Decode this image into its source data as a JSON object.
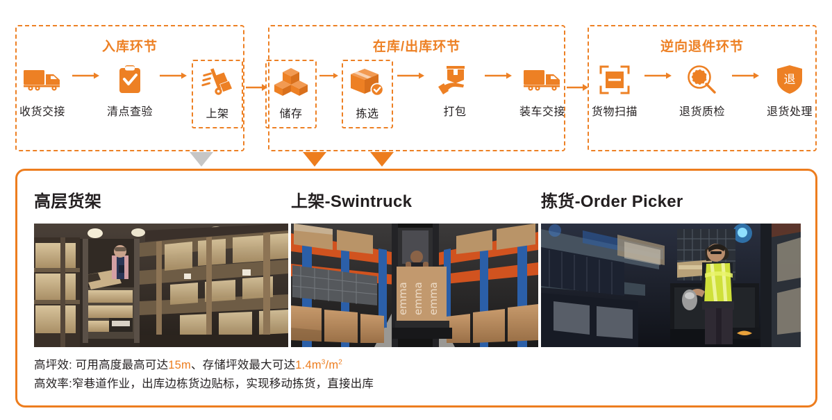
{
  "accent": {
    "orange": "#ED8024",
    "orange_solid": "#ED7D1E",
    "gray_arrow": "#C6C6C6",
    "text": "#231f20"
  },
  "flow": {
    "stages": [
      {
        "id": "inbound",
        "title": "入库环节",
        "nodes": [
          {
            "label": "收货交接",
            "icon": "truck-icon",
            "boxed": false
          },
          {
            "label": "清点查验",
            "icon": "clipboard-check-icon",
            "boxed": false
          },
          {
            "label": "上架",
            "icon": "hand-truck-icon",
            "boxed": true
          }
        ]
      },
      {
        "id": "storage-outbound",
        "title": "在库/出库环节",
        "nodes": [
          {
            "label": "储存",
            "icon": "stacked-boxes-icon",
            "boxed": true
          },
          {
            "label": "拣选",
            "icon": "box-check-icon",
            "boxed": true
          },
          {
            "label": "打包",
            "icon": "hand-package-icon",
            "boxed": false
          },
          {
            "label": "装车交接",
            "icon": "truck-icon",
            "boxed": false
          }
        ]
      },
      {
        "id": "reverse-returns",
        "title": "逆向退件环节",
        "nodes": [
          {
            "label": "货物扫描",
            "icon": "barcode-scan-icon",
            "boxed": false
          },
          {
            "label": "退货质检",
            "icon": "magnifier-icon",
            "boxed": false
          },
          {
            "label": "退货处理",
            "icon": "return-shield-icon",
            "boxed": false
          }
        ]
      }
    ],
    "connectors": [
      {
        "name": "stage-connector-inbound-to-storage"
      },
      {
        "name": "stage-connector-storage-to-returns"
      }
    ],
    "down_arrows": [
      {
        "name": "down-arrow-shangjia",
        "color": "gray"
      },
      {
        "name": "down-arrow-chucun",
        "color": "orange"
      },
      {
        "name": "down-arrow-jianxuan",
        "color": "orange"
      }
    ]
  },
  "panel": {
    "cards": [
      {
        "heading": "高层货架",
        "photo": "warehouse-high-racking-photo"
      },
      {
        "heading": "上架-Swintruck",
        "photo": "swing-reach-truck-photo"
      },
      {
        "heading": "拣货-Order Picker",
        "photo": "order-picker-photo"
      }
    ],
    "captions": {
      "line1_pre": "高坪效: 可用高度最高可达",
      "line1_hl1": "15m",
      "line1_mid": "、存储坪效最大可达",
      "line1_hl2_base": "1.4m",
      "line1_hl2_sup1": "3",
      "line1_hl2_slash": "/m",
      "line1_hl2_sup2": "2",
      "line2": "高效率:窄巷道作业，出库边栋货边贴标，实现移动拣货，直接出库"
    }
  }
}
